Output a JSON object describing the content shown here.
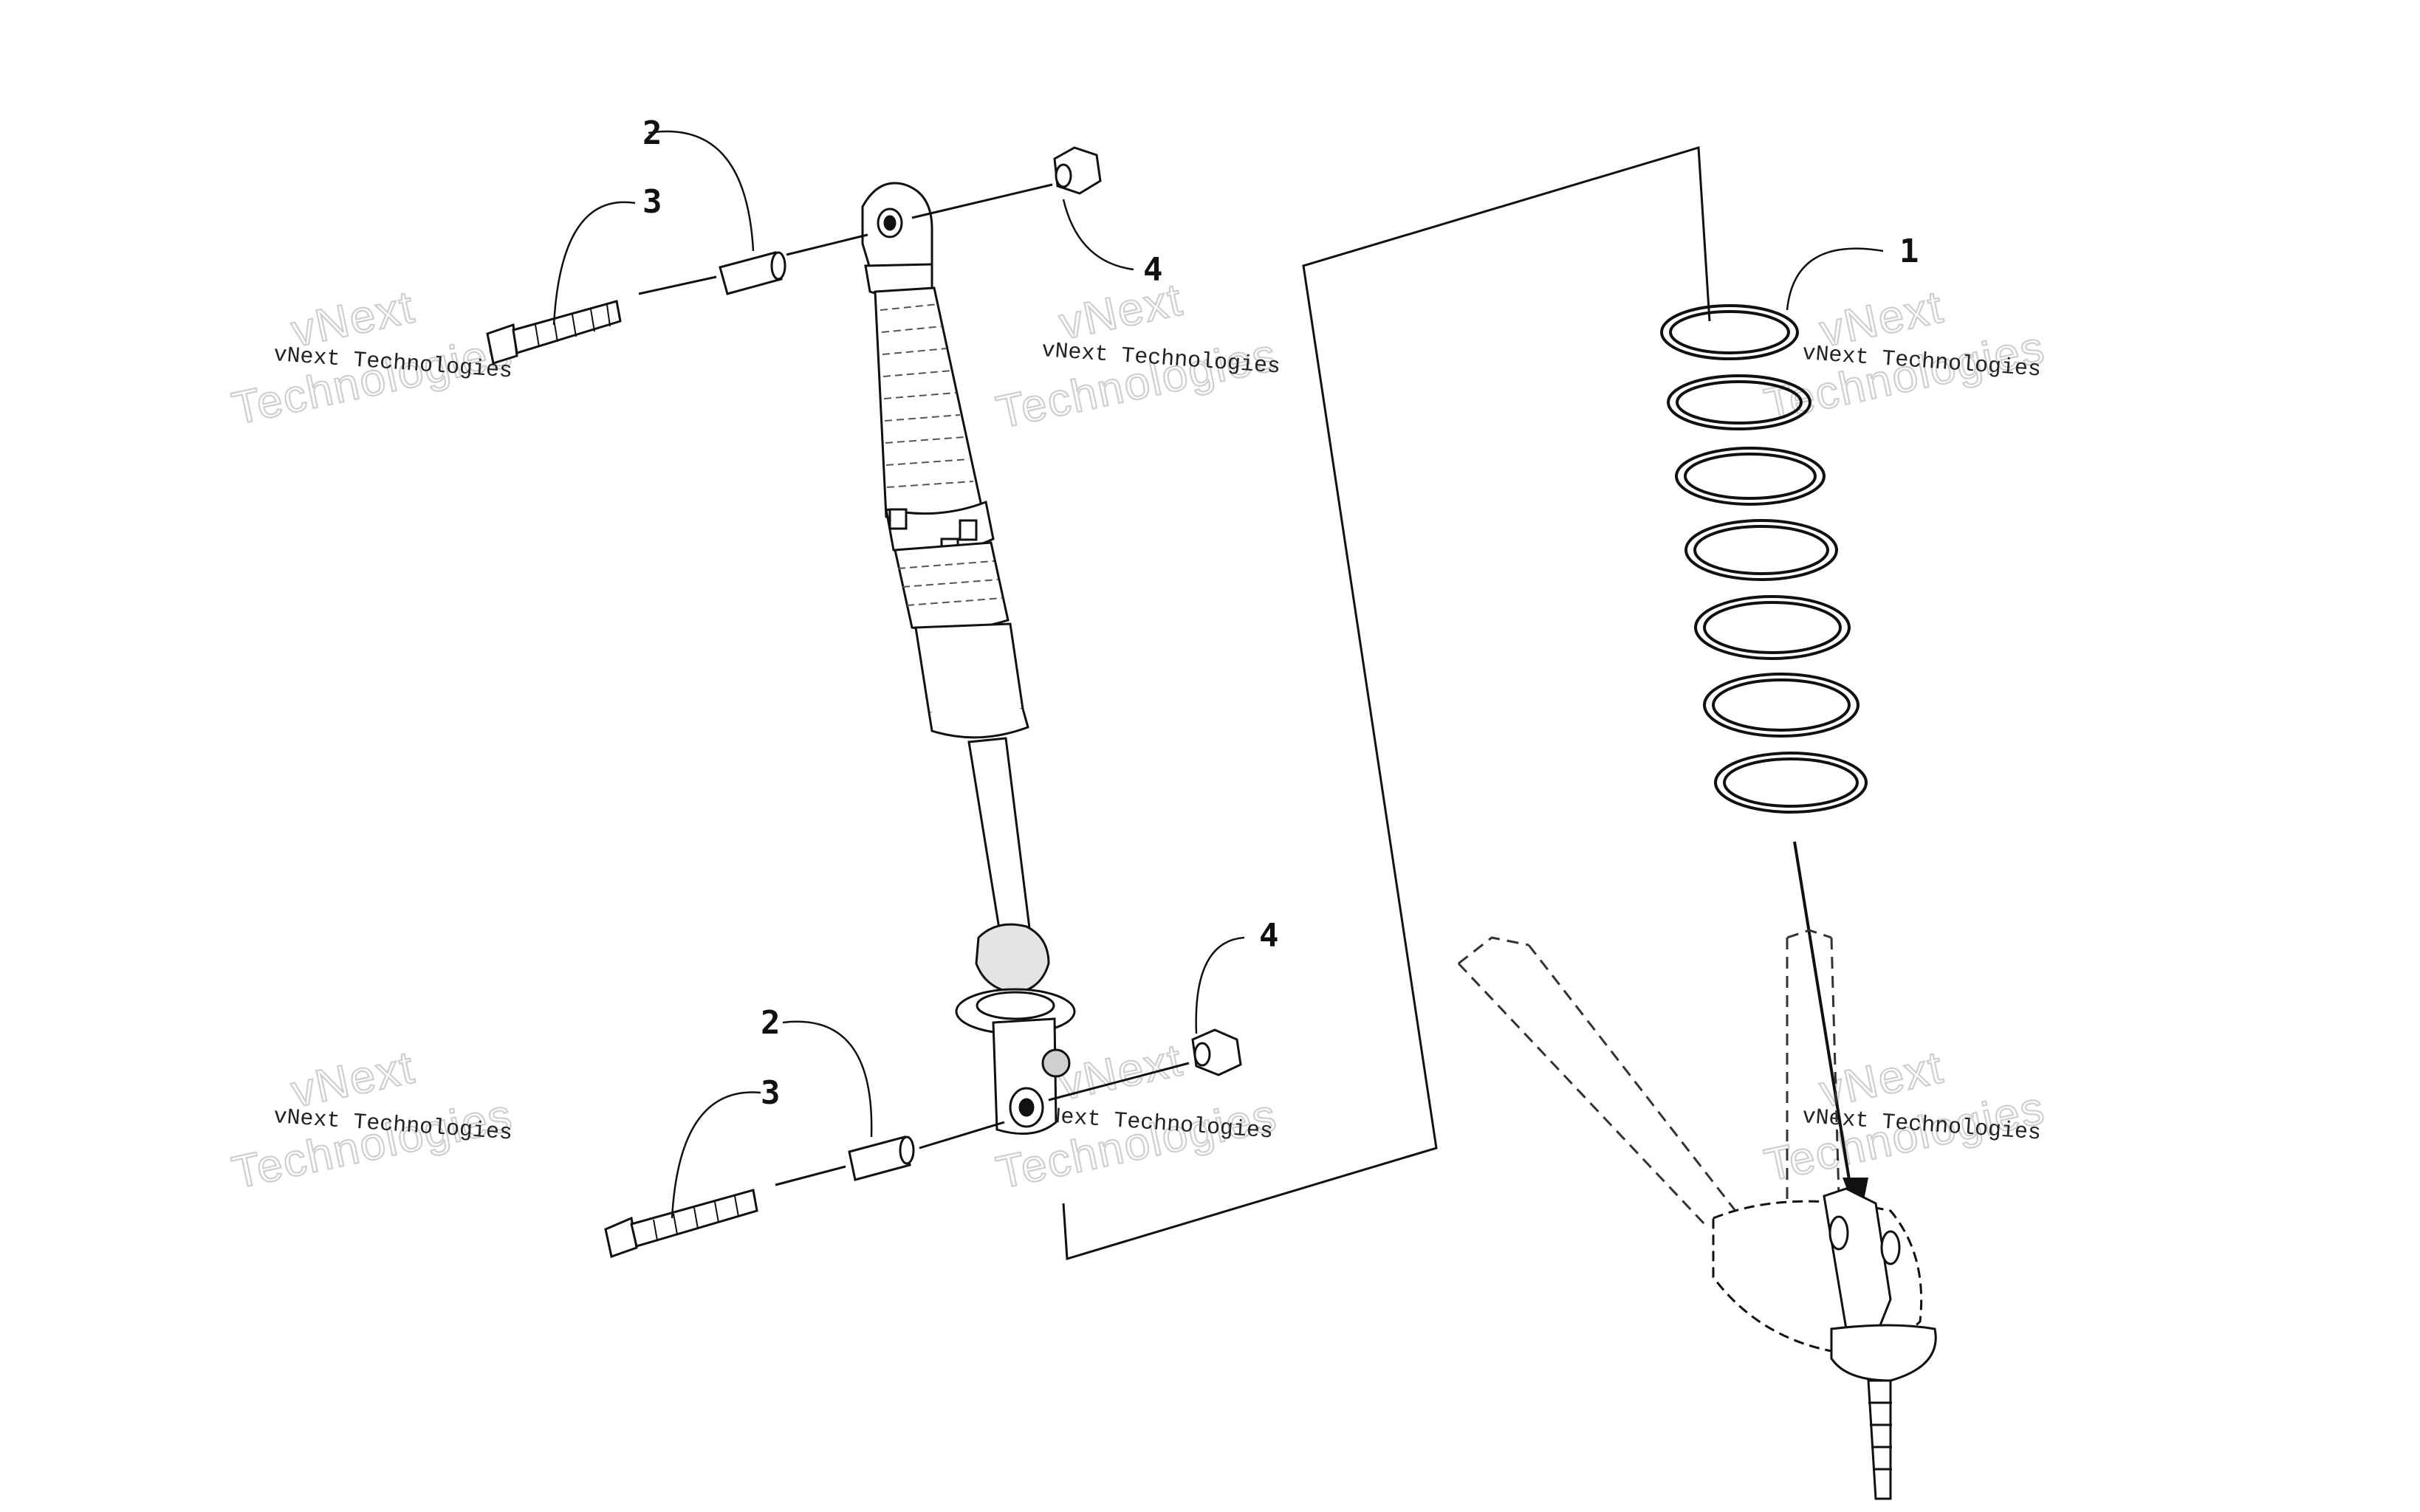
{
  "callouts": {
    "c1": "1",
    "c2_top": "2",
    "c3_top": "3",
    "c4_top": "4",
    "c4_bottom": "4",
    "c2_bottom": "2",
    "c3_bottom": "3"
  },
  "watermark": {
    "line_small": "vNext Technologies",
    "line_top": "vNext",
    "line_bottom": "Technologies"
  },
  "colors": {
    "line": "#111111",
    "watermark_outline": "#cfcfcf"
  }
}
